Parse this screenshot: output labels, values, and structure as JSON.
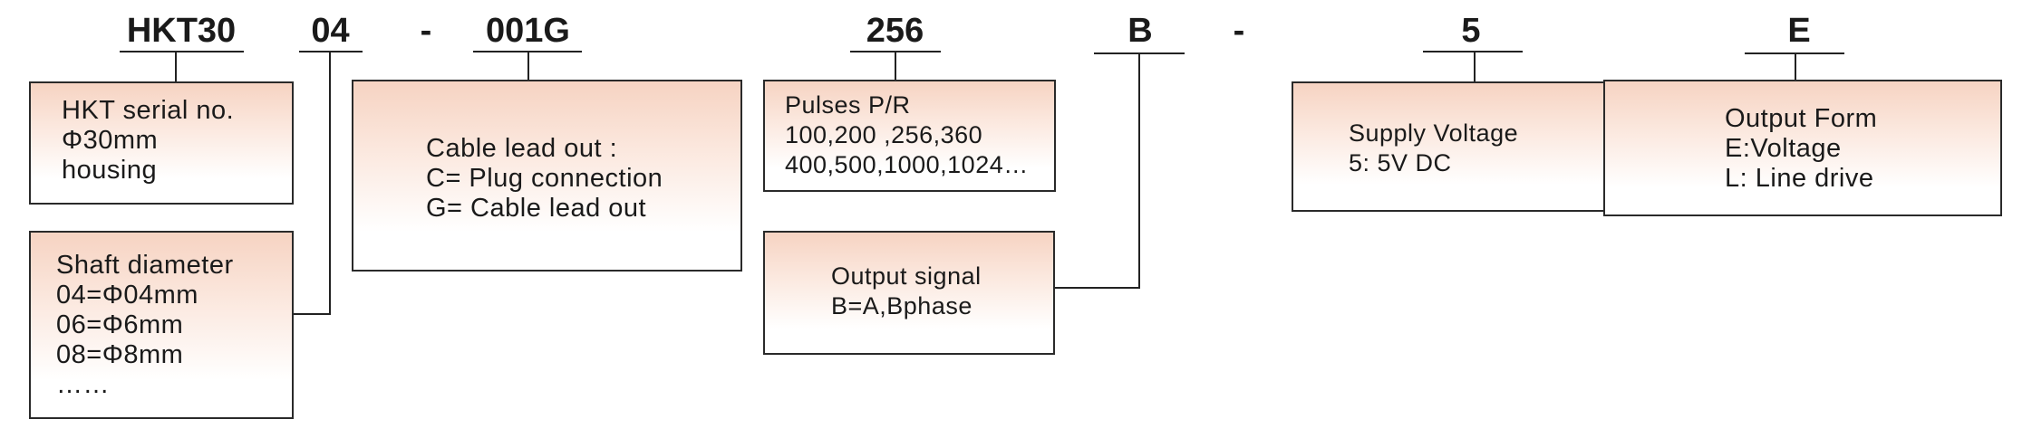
{
  "codes": {
    "series": "HKT30",
    "shaft": "04",
    "dash1": "-",
    "cable": "001G",
    "pulses": "256",
    "signal": "B",
    "dash2": "-",
    "voltage": "5",
    "output": "E"
  },
  "boxes": {
    "series": [
      "HKT serial no.",
      "Φ30mm",
      "housing"
    ],
    "shaft": [
      "Shaft diameter",
      "04=Φ04mm",
      "06=Φ6mm",
      "08=Φ8mm",
      "……"
    ],
    "cable": [
      "Cable lead out :",
      "C= Plug connection",
      "G= Cable lead out"
    ],
    "pulses": [
      "Pulses  P/R",
      "100,200 ,256,360",
      "400,500,1000,1024…"
    ],
    "signal": [
      "Output signal",
      "B=A,Bphase"
    ],
    "voltage": [
      "Supply Voltage",
      "5: 5V DC"
    ],
    "output": [
      "Output Form",
      "E:Voltage",
      "L: Line drive"
    ]
  },
  "colors": {
    "line": "#222222",
    "box_top": "#f6d3c2",
    "box_bottom": "#ffffff"
  }
}
